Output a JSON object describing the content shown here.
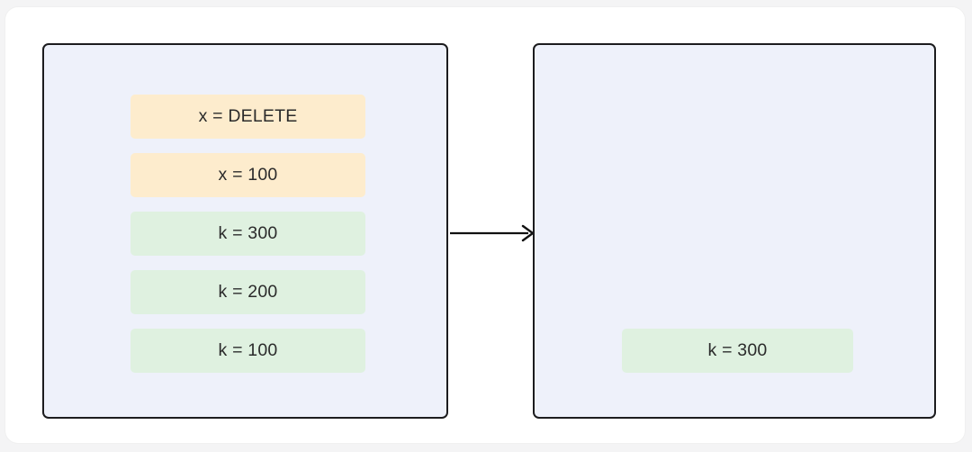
{
  "diagram": {
    "type": "before-after-flow",
    "background_color": "#f4f4f5",
    "card_color": "#ffffff",
    "box_fill_color": "#eef1fa",
    "box_border_color": "#1c1c1e",
    "chip_yellow_color": "#fdeccd",
    "chip_green_color": "#dff1e0",
    "text_color": "#2b2b2b"
  },
  "left_box": {
    "name": "before-state",
    "entries": [
      {
        "label": "x = DELETE",
        "key": "x",
        "value": "DELETE",
        "kind": "tombstone",
        "color": "#fdeccd"
      },
      {
        "label": "x = 100",
        "key": "x",
        "value": "100",
        "kind": "obsolete",
        "color": "#fdeccd"
      },
      {
        "label": "k = 300",
        "key": "k",
        "value": "300",
        "kind": "current",
        "color": "#dff1e0"
      },
      {
        "label": "k = 200",
        "key": "k",
        "value": "200",
        "kind": "obsolete",
        "color": "#dff1e0"
      },
      {
        "label": "k = 100",
        "key": "k",
        "value": "100",
        "kind": "obsolete",
        "color": "#dff1e0"
      }
    ]
  },
  "right_box": {
    "name": "after-state",
    "entries": [
      {
        "label": "k = 300",
        "key": "k",
        "value": "300",
        "kind": "current",
        "color": "#dff1e0"
      }
    ]
  },
  "arrow": {
    "name": "flow-arrow",
    "direction": "right",
    "label": "",
    "color": "#111111"
  }
}
